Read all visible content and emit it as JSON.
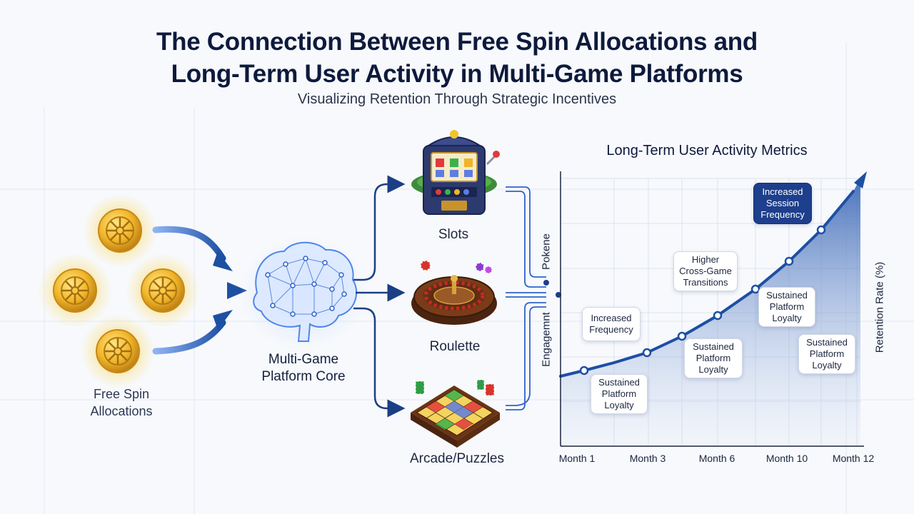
{
  "header": {
    "title_line1": "The Connection Between Free Spin Allocations and",
    "title_line2": "Long-Term User Activity in Multi-Game Platforms",
    "subtitle": "Visualizing Retention Through Strategic Incentives"
  },
  "flow": {
    "source_label": "Free Spin\nAllocations",
    "core_label": "Multi-Game\nPlatform Core",
    "games": [
      "Slots",
      "Roulette",
      "Arcade/Puzzles"
    ],
    "connector_labels": [
      "Pokene",
      "Engagemnt"
    ]
  },
  "colors": {
    "accent": "#1d4fa3",
    "dark_navy": "#0e1a3c",
    "coin_gold": "#e8a317",
    "area_fill": "#2a5bb0"
  },
  "icons": [
    "coin-icon",
    "brain-network-icon",
    "slot-machine-icon",
    "roulette-wheel-icon",
    "puzzle-board-icon",
    "poker-chip-icon"
  ],
  "chart_data": {
    "type": "line",
    "title": "Long-Term User Activity Metrics",
    "xlabel": "",
    "ylabel": "Retention Rate (%)",
    "x_ticks": [
      "Month 1",
      "Month 3",
      "Month 6",
      "Month 10",
      "Month 12"
    ],
    "grid": true,
    "callouts": [
      {
        "text": "Increased\nSession\nFrequency",
        "style": "dark"
      },
      {
        "text": "Higher\nCross-Game\nTransitions",
        "style": "light"
      },
      {
        "text": "Increased\nFrequency",
        "style": "light"
      },
      {
        "text": "Sustained\nPlatform\nLoyalty",
        "style": "light"
      },
      {
        "text": "Sustained\nPlatform\nLoyalty",
        "style": "light"
      },
      {
        "text": "Sustained\nPlatform\nLoyalty",
        "style": "light"
      },
      {
        "text": "Sustained\nPlatform\nLoyalty",
        "style": "light"
      }
    ]
  }
}
